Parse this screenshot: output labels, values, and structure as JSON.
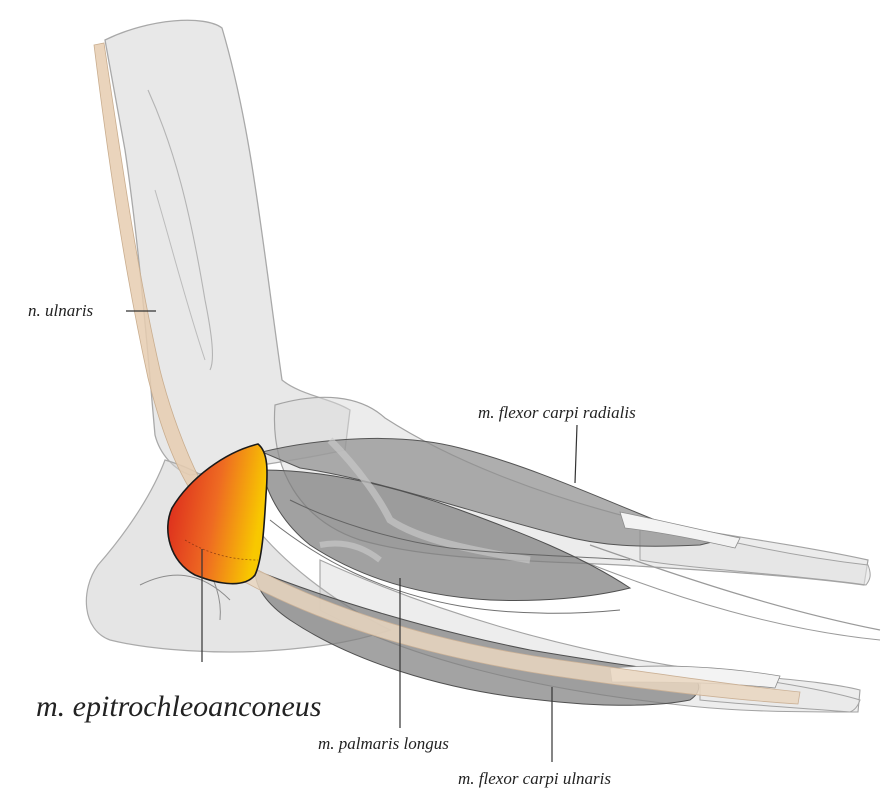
{
  "labels": {
    "n_ulnaris": "n. ulnaris",
    "flexor_carpi_radialis": "m. flexor carpi radialis",
    "epitrochleoanconeus": "m. epitrochleoanconeus",
    "palmaris_longus": "m. palmaris longus",
    "flexor_carpi_ulnaris": "m. flexor carpi ulnaris"
  },
  "colors": {
    "bone_fill": "#d7d7d7",
    "bone_outline": "#9a9a9a",
    "muscle_fill": "#8e8e8e",
    "muscle_dark": "#7a7a7a",
    "nerve_fill": "#e6cdb0",
    "highlight_start": "#e0241e",
    "highlight_end": "#f6c400",
    "text": "#222222"
  }
}
